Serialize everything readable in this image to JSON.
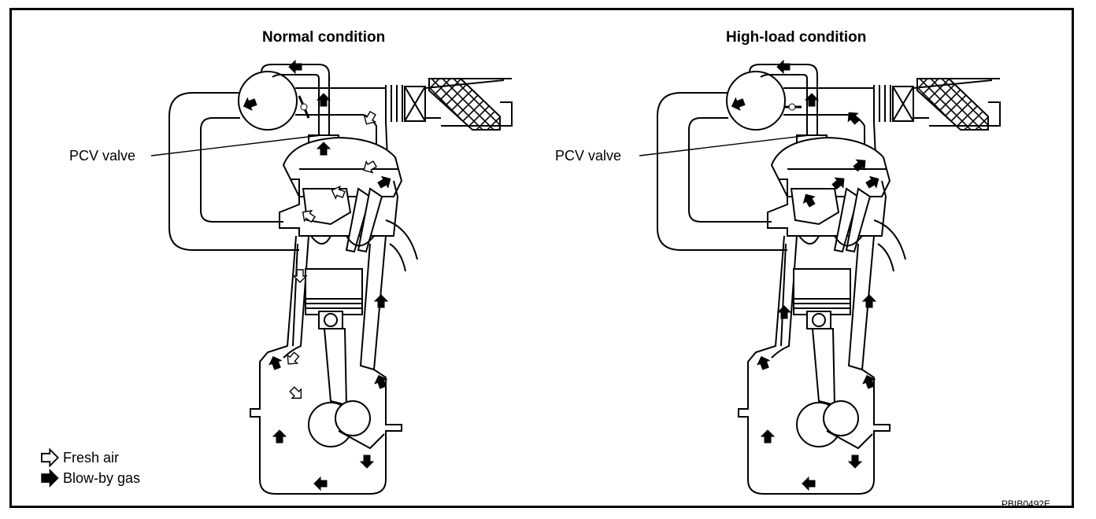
{
  "titles": {
    "normal": "Normal condition",
    "high_load": "High-load condition"
  },
  "labels": {
    "pcv_left": "PCV valve",
    "pcv_right": "PCV valve"
  },
  "legend": {
    "fresh_air": "Fresh air",
    "blow_by": "Blow-by gas"
  },
  "figure_code": "PBIB0492E"
}
